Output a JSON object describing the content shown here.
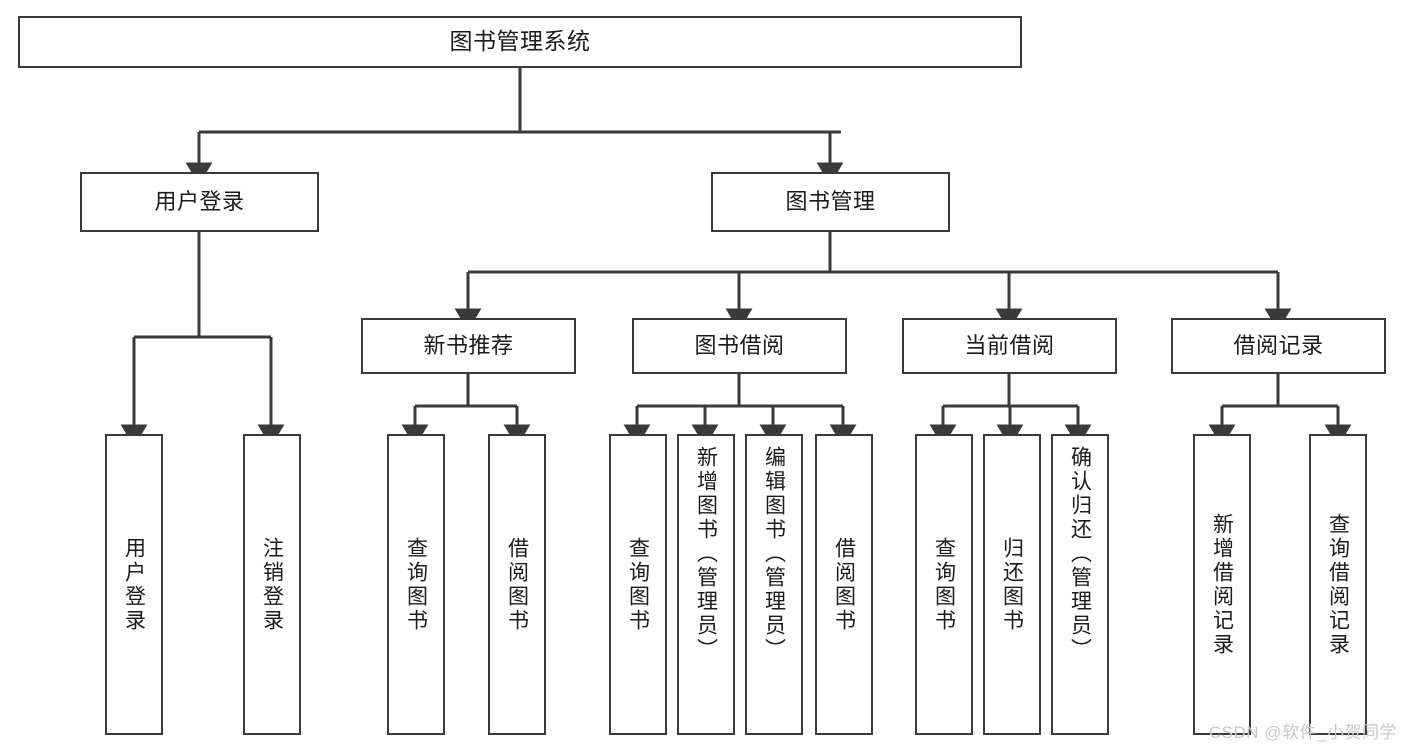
{
  "diagram": {
    "title": "图书管理系统",
    "type": "hierarchy-tree",
    "stroke_color": "#3a3a3a",
    "fill_color": "#ffffff",
    "text_color": "#1b1b1b"
  },
  "watermark": {
    "text": "CSDN @软件_小贺同学",
    "color": "#c9c9c9"
  },
  "nodes": {
    "root": {
      "label": "图书管理系统"
    },
    "level1": [
      {
        "label": "用户登录"
      },
      {
        "label": "图书管理"
      }
    ],
    "level2": [
      {
        "label": "新书推荐"
      },
      {
        "label": "图书借阅"
      },
      {
        "label": "当前借阅"
      },
      {
        "label": "借阅记录"
      }
    ],
    "leaves": [
      {
        "label": "用户登录"
      },
      {
        "label": "注销登录"
      },
      {
        "label": "查询图书"
      },
      {
        "label": "借阅图书"
      },
      {
        "label": "查询图书"
      },
      {
        "label": "新增图书（管理员）"
      },
      {
        "label": "编辑图书（管理员）"
      },
      {
        "label": "借阅图书"
      },
      {
        "label": "查询图书"
      },
      {
        "label": "归还图书"
      },
      {
        "label": "确认归还（管理员）"
      },
      {
        "label": "新增借阅记录"
      },
      {
        "label": "查询借阅记录"
      }
    ]
  },
  "edges": [
    {
      "from": "图书管理系统",
      "to": "用户登录"
    },
    {
      "from": "图书管理系统",
      "to": "图书管理"
    },
    {
      "from": "用户登录",
      "to": "用户登录"
    },
    {
      "from": "用户登录",
      "to": "注销登录"
    },
    {
      "from": "图书管理",
      "to": "新书推荐"
    },
    {
      "from": "图书管理",
      "to": "图书借阅"
    },
    {
      "from": "图书管理",
      "to": "当前借阅"
    },
    {
      "from": "图书管理",
      "to": "借阅记录"
    },
    {
      "from": "新书推荐",
      "to": "查询图书"
    },
    {
      "from": "新书推荐",
      "to": "借阅图书"
    },
    {
      "from": "图书借阅",
      "to": "查询图书"
    },
    {
      "from": "图书借阅",
      "to": "新增图书（管理员）"
    },
    {
      "from": "图书借阅",
      "to": "编辑图书（管理员）"
    },
    {
      "from": "图书借阅",
      "to": "借阅图书"
    },
    {
      "from": "当前借阅",
      "to": "查询图书"
    },
    {
      "from": "当前借阅",
      "to": "归还图书"
    },
    {
      "from": "当前借阅",
      "to": "确认归还（管理员）"
    },
    {
      "from": "借阅记录",
      "to": "新增借阅记录"
    },
    {
      "from": "借阅记录",
      "to": "查询借阅记录"
    }
  ]
}
